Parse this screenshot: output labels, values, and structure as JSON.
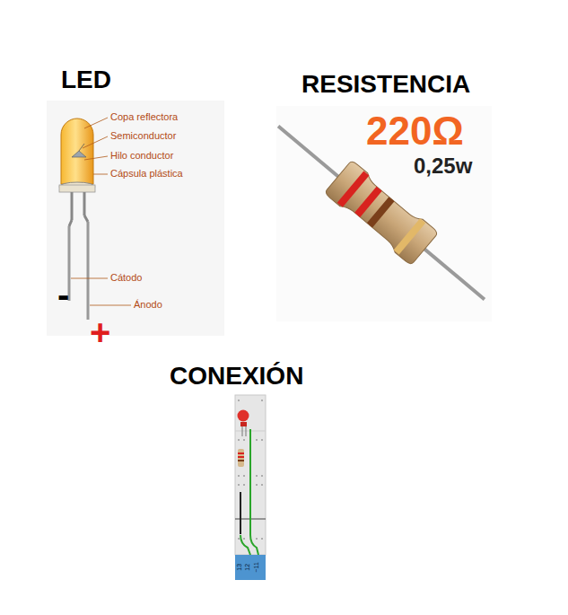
{
  "diagram": {
    "labels": [
      "LED",
      "Copa reflectora",
      "Semiconductor",
      "Hilo conductor",
      "Cápsula plástica",
      "Cátodo",
      "Ánodo",
      "-",
      "+",
      "RESISTENCIA",
      "220Ω",
      "0,25w",
      "CONEXIÓN",
      "13",
      "12",
      "~11"
    ]
  }
}
